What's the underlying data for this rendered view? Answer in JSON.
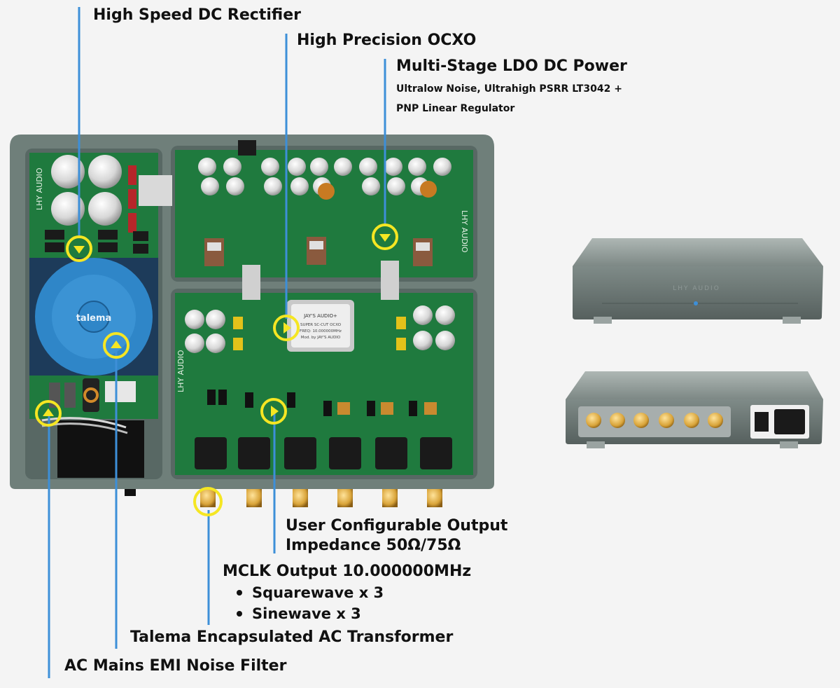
{
  "callouts": {
    "rectifier": "High Speed DC Rectifier",
    "ocxo": "High Precision OCXO",
    "ldo_title": "Multi-Stage LDO DC Power",
    "ldo_line1": "Ultralow Noise, Ultrahigh PSRR LT3042 +",
    "ldo_line2": "PNP Linear Regulator",
    "impedance_line1": "User Configurable Output",
    "impedance_line2": "Impedance 50Ω/75Ω",
    "mclk_title": "MCLK Output 10.000000MHz",
    "mclk_items": [
      "Squarewave x 3",
      "Sinewave x 3"
    ],
    "transformer": "Talema Encapsulated AC Transformer",
    "emi": "AC Mains EMI Noise Filter"
  },
  "pcb_text": {
    "brand_vertical": "LHY AUDIO",
    "ocxo_brand": "JAY'S AUDIO+",
    "ocxo_line1": "SUPER SC-CUT OCXO",
    "ocxo_line2": "FREQ: 10.000000MHz",
    "ocxo_line3": "Mod. by JAY'S AUDIO",
    "transformer_brand": "talema"
  },
  "product": {
    "front_logo": "LHY AUDIO"
  },
  "colors": {
    "callout_line": "#3d8fd8",
    "marker_ring": "#f5e623",
    "pcb_green": "#1f7a3e",
    "chassis": "#6f7f7a",
    "transformer_blue": "#2f86c8",
    "connector_gold": "#d9a43a"
  }
}
